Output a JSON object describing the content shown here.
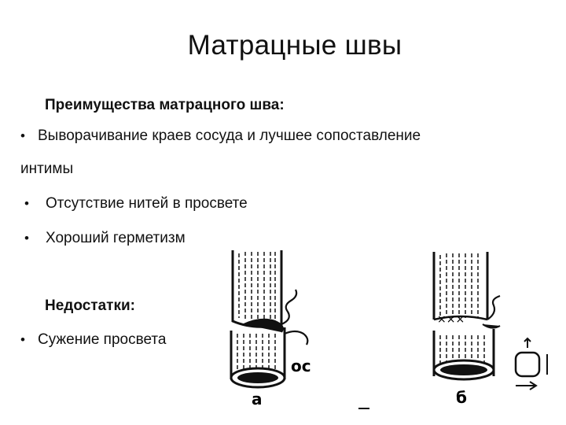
{
  "slide": {
    "title": "Матрацные швы",
    "advantages_heading": "Преимущества матрацного шва:",
    "advantages": [
      "Выворачивание  краев сосуда и лучшее сопоставление",
      "интимы",
      "Отсутствие нитей в просвете",
      "Хороший герметизм"
    ],
    "disadvantages_heading": "Недостатки:",
    "disadvantages": [
      "Сужение просвета"
    ],
    "figure": {
      "label_a": "а",
      "label_b": "б",
      "label_alpha": "ос"
    }
  }
}
